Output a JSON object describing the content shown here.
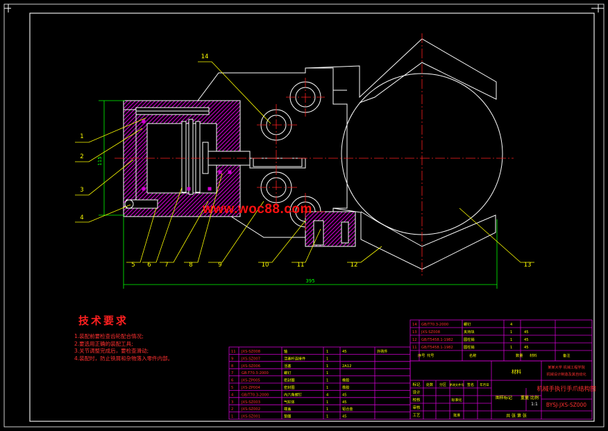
{
  "callouts": [
    "1",
    "2",
    "3",
    "4",
    "5",
    "6",
    "7",
    "8",
    "9",
    "10",
    "11",
    "12",
    "13",
    "14"
  ],
  "dimensions": {
    "overall_length": "395",
    "height": "115"
  },
  "watermark": "www.woc88.com",
  "technical_requirements": {
    "title": "技术要求",
    "notes": [
      "1.装配前要检查齿轮配合情况;",
      "2.要选用正确的装配工具;",
      "3.关节调整完成后，要检查滑动;",
      "4.装配时，防止铁屑和杂物落入零件内部。"
    ]
  },
  "upper_parts_list": [
    {
      "no": "14",
      "code": "GB/T70.3-2000",
      "name": "螺钉",
      "qty": "4",
      "material": "",
      "note": ""
    },
    {
      "no": "13",
      "code": "JXS-SZ008",
      "name": "夹持块",
      "qty": "1",
      "material": "45",
      "note": ""
    },
    {
      "no": "12",
      "code": "GB/T5458.1-1982",
      "name": "圆柱销",
      "qty": "1",
      "material": "45",
      "note": ""
    },
    {
      "no": "11",
      "code": "GB/T5458.1-1982",
      "name": "圆柱销",
      "qty": "1",
      "material": "45",
      "note": ""
    }
  ],
  "upper_header": {
    "no": "序号",
    "code": "代号",
    "name": "名称",
    "qty": "数量",
    "material": "材料",
    "note": "备注"
  },
  "lower_parts_list": [
    {
      "no": "11",
      "code": "JXS-SZ008",
      "name": "轴",
      "qty": "1",
      "material": "45",
      "note": "外购件"
    },
    {
      "no": "9",
      "code": "JXS-SZ007",
      "name": "活塞杆连接件",
      "qty": "1",
      "material": "",
      "note": ""
    },
    {
      "no": "8",
      "code": "JXS-SZ006",
      "name": "活塞",
      "qty": "1",
      "material": "2A12",
      "note": ""
    },
    {
      "no": "7",
      "code": "GB-T70.3-2000",
      "name": "螺钉",
      "qty": "1",
      "material": "",
      "note": ""
    },
    {
      "no": "6",
      "code": "JXS-ZP005",
      "name": "密封圈",
      "qty": "1",
      "material": "橡胶",
      "note": ""
    },
    {
      "no": "5",
      "code": "JXS-ZP004",
      "name": "密封圈",
      "qty": "1",
      "material": "橡胶",
      "note": ""
    },
    {
      "no": "4",
      "code": "GB/T70.3-2000",
      "name": "内六角螺钉",
      "qty": "4",
      "material": "45",
      "note": ""
    },
    {
      "no": "3",
      "code": "JXS-SZ003",
      "name": "气缸体",
      "qty": "1",
      "material": "45",
      "note": ""
    },
    {
      "no": "2",
      "code": "JXS-SZ002",
      "name": "端盖",
      "qty": "1",
      "material": "铝合金",
      "note": ""
    },
    {
      "no": "1",
      "code": "JXS-SZ001",
      "name": "垫圈",
      "qty": "1",
      "material": "45",
      "note": ""
    }
  ],
  "title_block": {
    "material_label": "材料",
    "school": "某某大学 机械工程学院",
    "class_line": "机械设计制造及其自动化",
    "drawing_title": "机械手执行手爪结构图",
    "drawing_code": "BYSJ-JXS-SZ000",
    "scale": "1:1",
    "stage_mark": "图样标记",
    "weight": "重量",
    "scale_label": "比例",
    "sheet_info": "共 张 第 张",
    "roles": [
      "标记",
      "设计",
      "校核",
      "审核",
      "工艺"
    ],
    "role_cols": [
      "处数",
      "分区",
      "更改文件号",
      "签名",
      "年月日"
    ],
    "std_label": "标准化",
    "approve_label": "批准"
  },
  "colors": {
    "line": "#ffffff",
    "hatch": "#d000d0",
    "center": "#ff2020",
    "leader": "#ffff00",
    "dim": "#00ff00",
    "table": "#d000d0",
    "text_yellow": "#ffff00",
    "text_red": "#ff2020"
  }
}
